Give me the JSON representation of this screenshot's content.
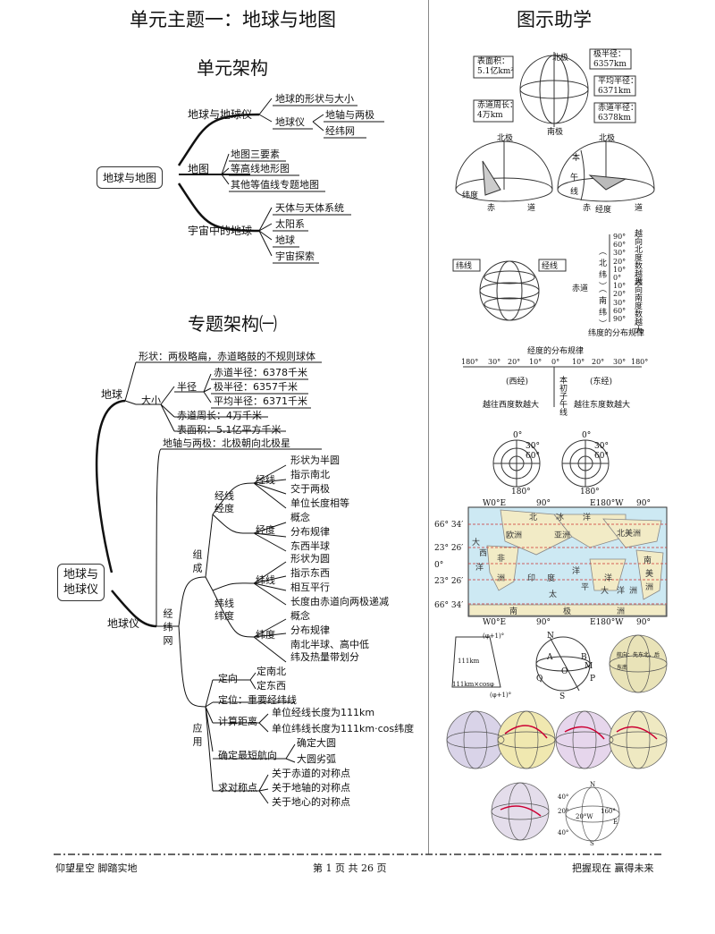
{
  "header": {
    "left_title": "单元主题一：地球与地图",
    "right_title": "图示助学"
  },
  "unit_map": {
    "title": "单元架构",
    "root": "地球与地图",
    "branches": [
      {
        "label": "地球与地球仪",
        "children": [
          "地球的形状与大小",
          "地球仪",
          "地轴与两极",
          "经纬网"
        ]
      },
      {
        "label": "地图",
        "children": [
          "地图三要素",
          "等高线地形图",
          "其他等值线专题地图"
        ]
      },
      {
        "label": "宇宙中的地球",
        "children": [
          "天体与天体系统",
          "太阳系",
          "地球",
          "宇宙探索"
        ]
      }
    ]
  },
  "topic_map": {
    "title": "专题架构㈠",
    "root": "地球与\n地球仪",
    "earth": "地球",
    "shape": "形状：两极略扁，赤道略鼓的不规则球体",
    "size": "大小",
    "radius": "半径",
    "radius_items": [
      "赤道半径：6378千米",
      "极半径：6357千米",
      "平均半径：6371千米"
    ],
    "circumference": "赤道周长：4万千米",
    "area": "表面积：5.1亿平方千米",
    "globe": "地球仪",
    "axis": "地轴与两极：北极朝向北极星",
    "grid": "经纬网",
    "compose": "组成",
    "meridian_degree": "经线\n经度",
    "meridian": "经线",
    "meridian_items": [
      "形状为半圆",
      "指示南北",
      "交于两极",
      "单位长度相等"
    ],
    "degree": "经度",
    "degree_items": [
      "概念",
      "分布规律",
      "东西半球"
    ],
    "parallel_degree": "纬线\n纬度",
    "parallel": "纬线",
    "parallel_items": [
      "形状为圆",
      "指示东西",
      "相互平行",
      "长度由赤道向两极递减"
    ],
    "latitude": "纬度",
    "latitude_items": [
      "概念",
      "分布规律",
      "南北半球、高中低\n纬及热量带划分"
    ],
    "apply": "应用",
    "orient": "定向",
    "orient_items": [
      "定南北",
      "定东西"
    ],
    "locate": "定位：重要经纬线",
    "distance": "计算距离",
    "distance_items": [
      "单位经线长度为111km",
      "单位纬线长度为111km·cos纬度"
    ],
    "route": "确定最短航向",
    "route_items": [
      "确定大圆",
      "大圆劣弧"
    ],
    "symmetry": "求对称点",
    "symmetry_items": [
      "关于赤道的对称点",
      "关于地轴的对称点",
      "关于地心的对称点"
    ]
  },
  "figures": {
    "globe_labels": {
      "area": "表面积：\n5.1亿km²",
      "equator_len": "赤道周长：\n4万km",
      "north": "北极",
      "south": "南极",
      "polar_r": "极半径：\n6357km",
      "mean_r": "平均半径：\n6371km",
      "eq_r": "赤道半径：\n6378km"
    },
    "hemi_labels": {
      "north": "北极",
      "equator": "赤",
      "road": "道",
      "lat": "纬度",
      "lon": "经度",
      "this": "本",
      "noon": "午",
      "line": "线"
    },
    "lat_dist": {
      "parallel": "纬线",
      "meridian": "经线",
      "equator": "赤道",
      "caption": "纬度的分布规律",
      "ticks": [
        "90°",
        "60°",
        "30°",
        "20°",
        "10°",
        "0°",
        "10°",
        "20°",
        "30°",
        "60°",
        "90°"
      ],
      "north": "（北纬）",
      "south": "（南纬）",
      "up": "越向北度数越大",
      "down": "越向南度数越大"
    },
    "lon_dist": {
      "caption": "经度的分布规律",
      "ticks": [
        "180°",
        "30°",
        "20°",
        "10°",
        "0°",
        "10°",
        "20°",
        "30°",
        "180°"
      ],
      "west": "(西经)",
      "east": "(东经)",
      "meridian0": "本初子午线",
      "west_note": "越往西度数越大",
      "east_note": "越往东度数越大"
    },
    "polar": {
      "left": [
        "0°",
        "30°",
        "60°",
        "180°"
      ],
      "right": [
        "0°",
        "30°",
        "60°",
        "180°"
      ]
    },
    "world_map": {
      "top": [
        "W0°E",
        "90°",
        "E180°W",
        "90°"
      ],
      "bottom": [
        "W0°E",
        "90°",
        "E180°W",
        "90°"
      ],
      "lat_left": [
        "66° 34′",
        "23° 26′",
        "0°",
        "23° 26′",
        "66° 34′"
      ],
      "labels": [
        "北",
        "冰",
        "洋",
        "欧洲",
        "亚洲",
        "北美洲",
        "大",
        "西",
        "洋",
        "非",
        "洲",
        "印",
        "度",
        "洋",
        "太",
        "平",
        "洋",
        "南",
        "美",
        "洲",
        "大",
        "洋",
        "洲",
        "南",
        "极",
        "洲"
      ]
    },
    "dist_fig": {
      "labels": [
        "(φ+1)°",
        "111km",
        "111km×cosφ",
        "(φ+1)°"
      ]
    },
    "route_fig": {
      "labels": [
        "N",
        "A",
        "B",
        "O",
        "P",
        "Q",
        "M",
        "S"
      ]
    },
    "route_note": "航向：先东北，后东南",
    "coord_fig": {
      "labels": [
        "40°",
        "20°",
        "160°",
        "20°W",
        "E",
        "40°",
        "N",
        "S"
      ]
    }
  },
  "footer": {
    "left": "仰望星空  脚踏实地",
    "center": "第 1 页  共 26 页",
    "right": "把握现在  赢得未来"
  }
}
